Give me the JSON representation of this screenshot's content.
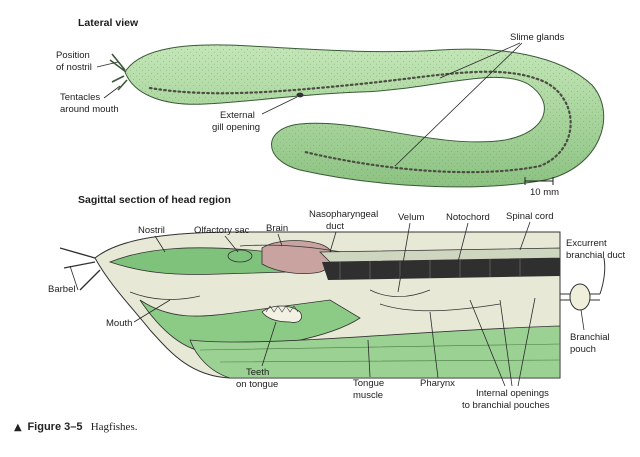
{
  "headings": {
    "lateral": "Lateral view",
    "sagittal": "Sagittal section of head region"
  },
  "labels": {
    "position_of_nostril": [
      "Position",
      "of nostril"
    ],
    "tentacles": [
      "Tentacles",
      "around mouth"
    ],
    "external_gill": [
      "External",
      "gill opening"
    ],
    "slime_glands": "Slime glands",
    "scale": "10 mm",
    "nostril": "Nostril",
    "olfactory_sac": "Olfactory sac",
    "brain": "Brain",
    "nasopharyngeal_duct": [
      "Nasopharyngeal",
      "duct"
    ],
    "velum": "Velum",
    "notochord": "Notochord",
    "spinal_cord": "Spinal cord",
    "excurrent_duct": [
      "Excurrent",
      "branchial duct"
    ],
    "barbel": "Barbel",
    "mouth": "Mouth",
    "branchial_pouch": [
      "Branchial",
      "pouch"
    ],
    "teeth_on_tongue": [
      "Teeth",
      "on tongue"
    ],
    "tongue_muscle": [
      "Tongue",
      "muscle"
    ],
    "pharynx": "Pharynx",
    "internal_openings": [
      "Internal openings",
      "to branchial pouches"
    ]
  },
  "caption": {
    "marker": "▲",
    "figure": "Figure 3–5",
    "text": "Hagfishes."
  },
  "colors": {
    "body_green": "#a9d59d",
    "body_light": "#cfeac4",
    "section_green": "#7fc27b",
    "notochord": "#2f2f2f",
    "brain": "#c9a3a0",
    "cream": "#ecebd7"
  }
}
